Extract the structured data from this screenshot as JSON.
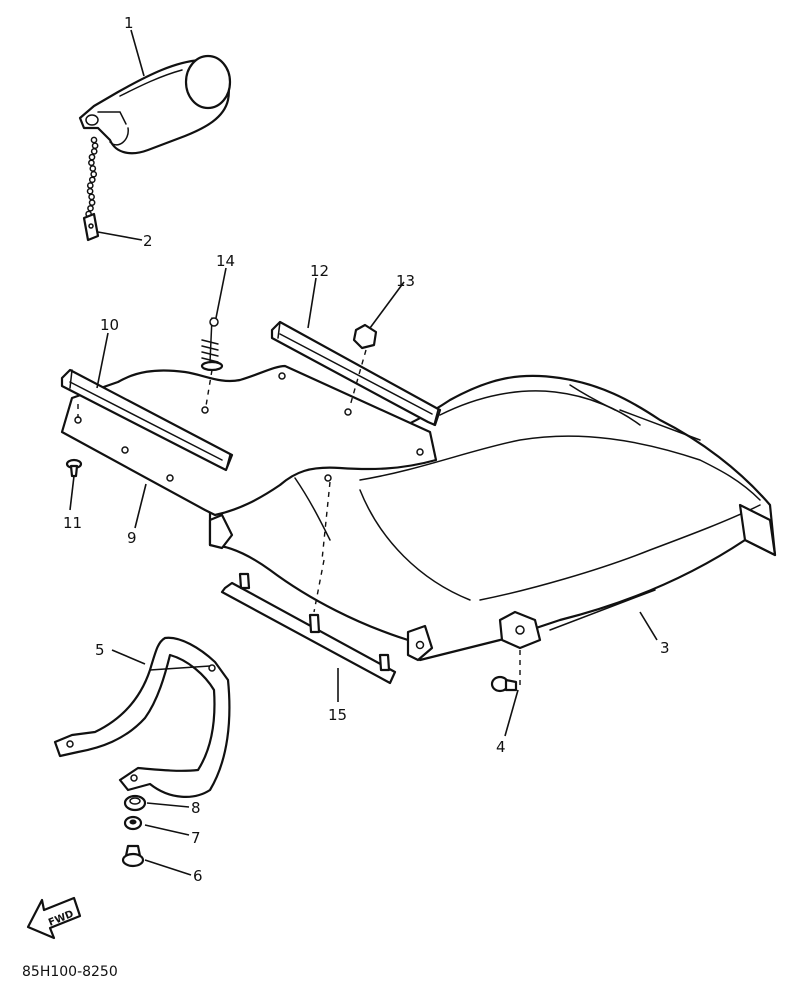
{
  "diagram": {
    "drawing_code": "85H100-8250",
    "direction_label": "FWD",
    "callouts": {
      "c1": "1",
      "c2": "2",
      "c3": "3",
      "c4": "4",
      "c5": "5",
      "c6": "6",
      "c7": "7",
      "c8": "8",
      "c9": "9",
      "c10": "10",
      "c11": "11",
      "c12": "12",
      "c13": "13",
      "c14": "14",
      "c15": "15"
    }
  }
}
